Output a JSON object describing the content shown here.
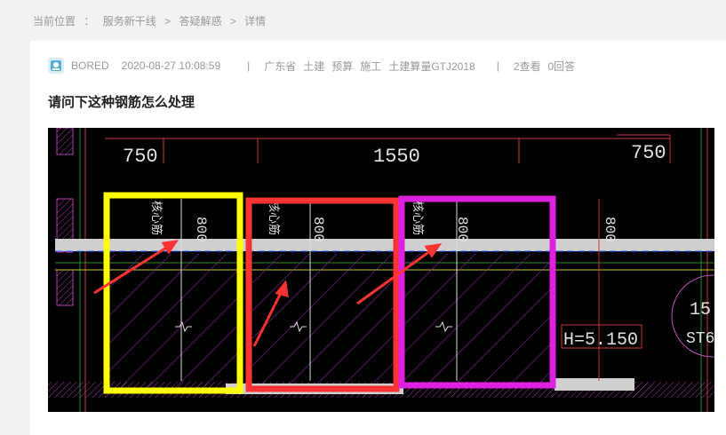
{
  "breadcrumb": {
    "label": "当前位置",
    "colon": "：",
    "items": [
      "服务新干线",
      "答疑解惑",
      "详情"
    ],
    "separator": ">"
  },
  "post": {
    "user": "BORED",
    "datetime": "2020-08-27 10:08:59",
    "divider": "|",
    "tags": [
      "广东省",
      "土建",
      "预算",
      "施工",
      "土建算量GTJ2018"
    ],
    "views": "2查看",
    "answers": "0回答",
    "title": "请问下这种钢筋怎么处理"
  },
  "drawing": {
    "dim_labels": [
      "750",
      "1550",
      "750"
    ],
    "beam_height_labels": [
      "800",
      "800",
      "800",
      "800"
    ],
    "beam_text": "核心筋",
    "elevation": "H=5.150",
    "circle_text": [
      "15",
      "ST6"
    ],
    "colors": {
      "highlight_yellow": "#ffff00",
      "highlight_red": "#ff3333",
      "highlight_magenta": "#e020e0",
      "hatch": "#8a2ba0"
    }
  }
}
